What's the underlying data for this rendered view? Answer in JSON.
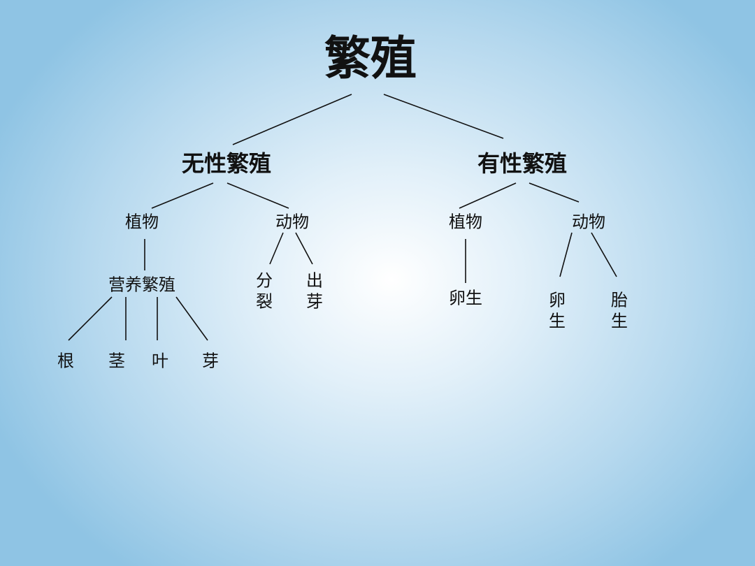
{
  "root": "繁殖",
  "asexual": {
    "label": "无性繁殖",
    "plant": {
      "label": "植物",
      "child": "营养繁殖",
      "leaves": [
        "根",
        "茎",
        "叶",
        "芽"
      ]
    },
    "animal": {
      "label": "动物",
      "children": [
        [
          "分",
          "裂"
        ],
        [
          "出",
          "芽"
        ]
      ]
    }
  },
  "sexual": {
    "label": "有性繁殖",
    "plant": {
      "label": "植物",
      "child": "卵生"
    },
    "animal": {
      "label": "动物",
      "children": [
        [
          "卵",
          "生"
        ],
        [
          "胎",
          "生"
        ]
      ]
    }
  }
}
